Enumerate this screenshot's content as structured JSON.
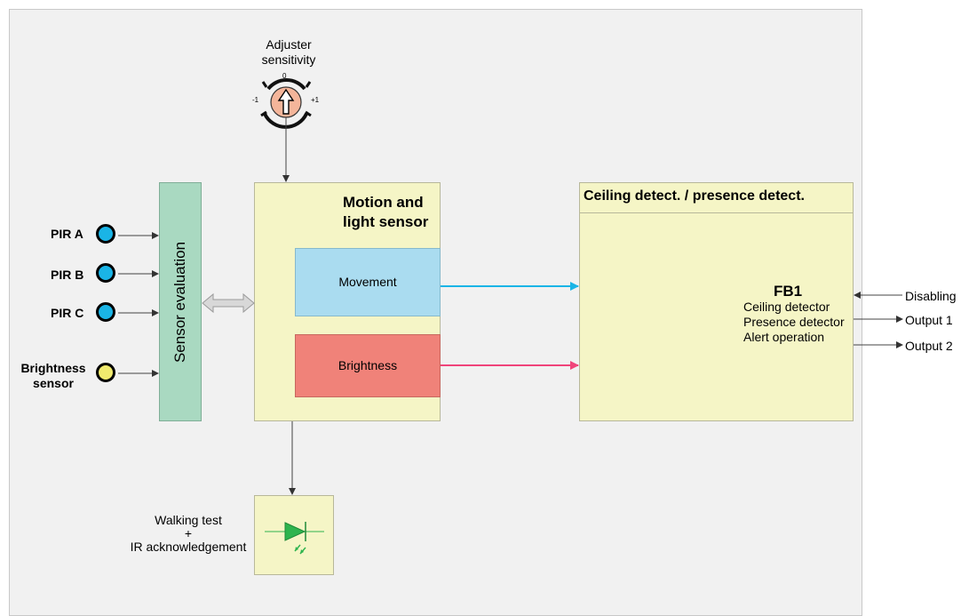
{
  "inputs": {
    "pir_a": "PIR A",
    "pir_b": "PIR B",
    "pir_c": "PIR C",
    "brightness_line1": "Brightness",
    "brightness_line2": "sensor"
  },
  "sensor_evaluation": "Sensor evaluation",
  "adjuster": {
    "line1": "Adjuster",
    "line2": "sensitivity",
    "tick_min": "-1",
    "tick_mid": "0",
    "tick_max": "+1"
  },
  "motion_block": {
    "title_line1": "Motion and",
    "title_line2": "light sensor",
    "movement": "Movement",
    "brightness": "Brightness"
  },
  "ceiling_block": {
    "title": "Ceiling detect. / presence detect.",
    "fb_title": "FB1",
    "lines": [
      "Ceiling detector",
      "Presence detector",
      "Alert operation"
    ]
  },
  "walking_test": {
    "line1": "Walking test",
    "line2": "+",
    "line3": "IR acknowledgement"
  },
  "io": {
    "disabling": "Disabling",
    "output1": "Output 1",
    "output2": "Output 2"
  },
  "colors": {
    "pir": "#1ab4e6",
    "brightness_sensor": "#f0ea6e",
    "movement_arrow": "#1ab4e6",
    "brightness_arrow": "#f0447a",
    "led": "#2eb44e"
  }
}
